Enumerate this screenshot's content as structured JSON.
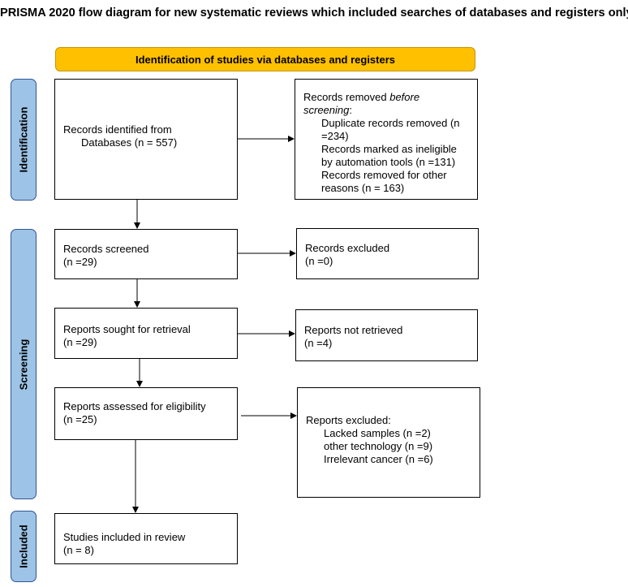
{
  "title": "PRISMA 2020 flow diagram for new systematic reviews which included searches of databases and registers only",
  "banner": "Identification of studies via databases and registers",
  "sides": {
    "identification": "Identification",
    "screening": "Screening",
    "included": "Included"
  },
  "boxes": {
    "identified": {
      "line1": "Records identified from",
      "line2": "Databases (n = 557)"
    },
    "removed": {
      "line1_prefix": "Records removed ",
      "line1_em": "before",
      "line2_em": "screening",
      "line2_suffix": ":",
      "item1a": "Duplicate records removed (n",
      "item1b": "=234)",
      "item2a": "Records marked as ineligible",
      "item2b": "by automation tools (n =131)",
      "item3a": "Records removed for other",
      "item3b": "reasons (n = 163)"
    },
    "screened": {
      "line1": "Records screened",
      "line2": "(n =29)"
    },
    "excluded": {
      "line1": "Records excluded",
      "line2": "(n =0)"
    },
    "sought": {
      "line1": "Reports sought for retrieval",
      "line2": "(n =29)"
    },
    "not_retrieved": {
      "line1": "Reports not retrieved",
      "line2": "(n =4)"
    },
    "assessed": {
      "line1": "Reports assessed for eligibility",
      "line2": "(n =25)"
    },
    "reports_excluded": {
      "line1": "Reports excluded:",
      "item1": "Lacked samples (n =2)",
      "item2": "other technology (n =9)",
      "item3": "Irrelevant cancer (n =6)"
    },
    "included": {
      "line1": "Studies included in review",
      "line2": "(n = 8)"
    }
  },
  "colors": {
    "banner": "#ffc000",
    "side": "#9dc3e6",
    "side_border": "#2f5597"
  }
}
